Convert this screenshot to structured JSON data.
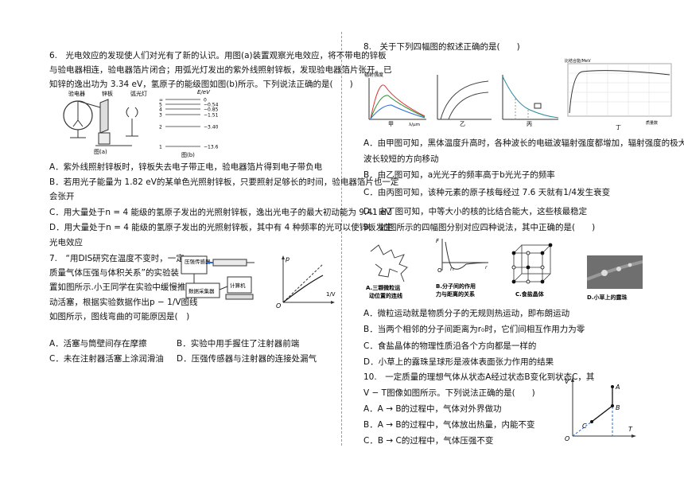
{
  "q6": {
    "stem": [
      "6.　光电效应的发现使人们对光有了新的认识。用图(a)装置观察光电效应，将不带电的锌板",
      "与验电器相连，验电器箔片闭合；用弧光灯发出的紫外线照射锌板，发现验电器箔片张开。已",
      "知锌的逸出功为 3.34 eV，氢原子的能级图如图(b)所示。下列说法正确的是(　　)"
    ],
    "fig_labels": {
      "electroscope": "验电器",
      "zinc": "锌板",
      "lamp": "弧光灯",
      "cap_a": "图(a)",
      "cap_b": "图(b)",
      "unit": "E/eV"
    },
    "energy_levels": [
      {
        "n": "∞",
        "E": "0"
      },
      {
        "n": "5",
        "E": "−0.54"
      },
      {
        "n": "4",
        "E": "−0.85"
      },
      {
        "n": "3",
        "E": "−1.51"
      },
      {
        "n": "2",
        "E": "−3.40"
      },
      {
        "n": "1",
        "E": "−13.6"
      }
    ],
    "options": [
      "A．紫外线照射锌板时，锌板失去电子带正电，验电器箔片得到电子带负电",
      "B．若用光子能量为 1.82 eV的某单色光照射锌板，只要照射足够长的时间，验电器箔片也一定",
      "会张开",
      "C．用大量处于n = 4 能级的氢原子发出的光照射锌板，逸出光电子的最大初动能为 9.41 eV",
      "D．用大量处于n = 4 能级的氢原子发出的光照射锌板，其中有 4 种频率的光可以使锌板发生",
      "光电效应"
    ]
  },
  "q7": {
    "stem": [
      "7.　“用DIS研究在温度不变时，一定",
      "质量气体压强与体积关系”的实验装",
      "置如图所示.小王同学在实验中缓慢推",
      "动活塞，根据实验数据作出p − 1/V图线",
      "如图所示，图线弯曲的可能原因是(　)"
    ],
    "fig_labels": {
      "sensor": "压强传感器",
      "collector": "数据采集器",
      "computer": "计算机",
      "p": "p",
      "o": "O",
      "invV": "1/V"
    },
    "options": [
      "A．活塞与筒壁间存在摩擦",
      "B．实验中用手握住了注射器前端",
      "C．未在注射器活塞上涂润滑油",
      "D．压强传感器与注射器的连接处漏气"
    ]
  },
  "q8": {
    "stem": "8.　关于下列四幅图的叙述正确的是(　　)",
    "fig_labels": {
      "jia": "甲",
      "yi": "乙",
      "bing": "丙",
      "ding": "丁",
      "rad": "辐射强度",
      "lambda": "λ/μm",
      "binding": "比结合能/MeV",
      "nucleon": "质量数"
    },
    "options": [
      "A．由甲图可知，黑体温度升高时，各种波长的电磁波辐射强度都增加，辐射强度的极大值向",
      "波长较短的方向移动",
      "B．由乙图可知，a光光子的频率高于b光光子的频率",
      "C．由丙图可知，该种元素的原子核每经过 7.6 天就有1/4发生衰变",
      "D．由丁图可知，中等大小的核的比结合能大，这些核最稳定"
    ]
  },
  "q9": {
    "stem": "9.　如图所示的四幅图分别对应四种说法，其中正确的是(　　)",
    "fig_captions": [
      [
        "A.三颗微粒运",
        "动位置的连线"
      ],
      [
        "B.分子间的作用",
        "力与距离的关系"
      ],
      [
        "C.食盐晶体"
      ],
      [
        "D.小草上的露珠"
      ]
    ],
    "fig_labels": {
      "F": "F",
      "r0": "r₀",
      "r": "r"
    },
    "options": [
      "A．微粒运动就是物质分子的无规则热运动，即布朗运动",
      "B．当两个相邻的分子间距离为r₀时，它们间相互作用力为零",
      "C．食盐晶体的物理性质沿各个方向都是一样的",
      "D．小草上的露珠呈球形是液体表面张力作用的结果"
    ]
  },
  "q10": {
    "stem": [
      "10.　一定质量的理想气体从状态A经过状态B变化到状态C，其",
      "V − T图像如图所示。下列说法正确的是(　　)"
    ],
    "fig_labels": {
      "V": "V",
      "T": "T",
      "O": "O",
      "A": "A",
      "B": "B",
      "C": "C"
    },
    "options": [
      "A．A → B的过程中，气体对外界做功",
      "B．A → B的过程中，气体放出热量，内能不变",
      "C．B → C的过程中，气体压强不变"
    ]
  }
}
